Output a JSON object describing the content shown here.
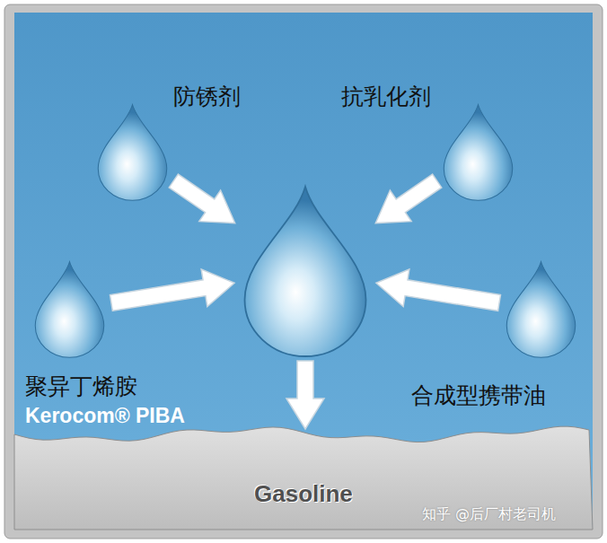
{
  "diagram": {
    "nodes": [
      {
        "text": [
          "防锈剂"
        ]
      },
      {
        "text": [
          "抗乳化剂"
        ]
      },
      {
        "text": [
          "聚异丁烯胺",
          "Kerocom® PIBA"
        ]
      },
      {
        "text": []
      },
      {
        "text": [
          "合成型携带油"
        ]
      },
      {
        "text": [
          "Gasoline"
        ]
      }
    ],
    "edges": [
      {
        "from": 0,
        "to": 3,
        "arrow": "to"
      },
      {
        "from": 1,
        "to": 3,
        "arrow": "to"
      },
      {
        "from": 2,
        "to": 3,
        "arrow": "to"
      },
      {
        "from": 4,
        "to": 3,
        "arrow": "to"
      },
      {
        "from": 3,
        "to": 5,
        "arrow": "to"
      }
    ],
    "labels": [
      "知乎 @后厂村老司机"
    ]
  }
}
